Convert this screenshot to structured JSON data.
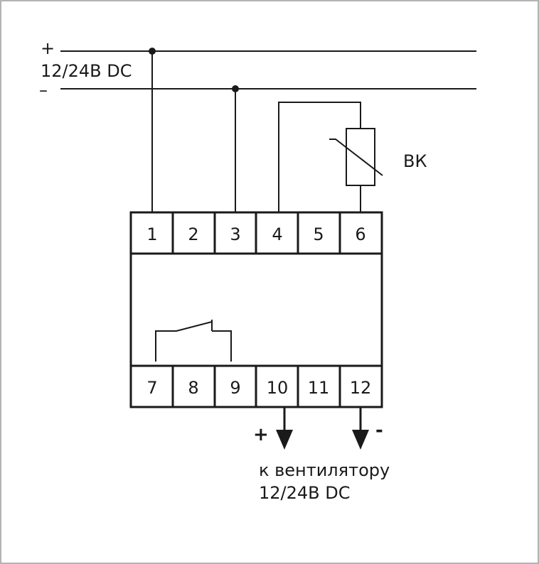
{
  "supply": {
    "plus": "+",
    "minus": "–",
    "voltage": "12/24В DC"
  },
  "sensor": {
    "label": "ВК"
  },
  "terminals": {
    "top": [
      "1",
      "2",
      "3",
      "4",
      "5",
      "6"
    ],
    "bottom": [
      "7",
      "8",
      "9",
      "10",
      "11",
      "12"
    ]
  },
  "output": {
    "plus": "+",
    "minus": "-",
    "target_line1": "к вентилятору",
    "target_line2": "12/24В DC"
  }
}
